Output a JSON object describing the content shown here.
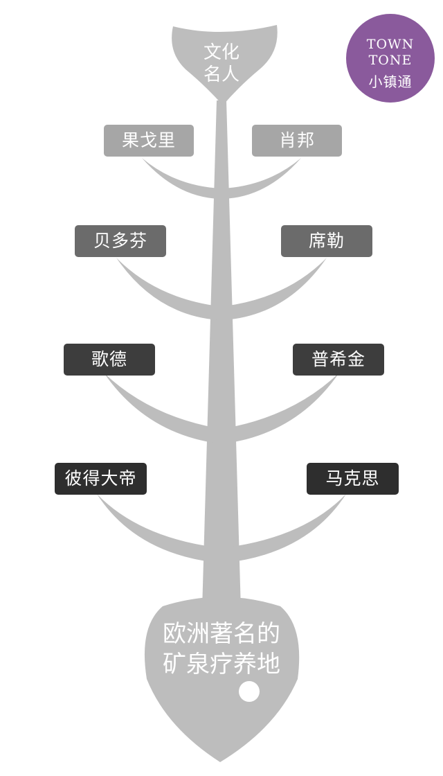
{
  "head": {
    "line1": "文化",
    "line2": "名人"
  },
  "tail": {
    "line1": "欧洲著名的",
    "line2": "矿泉疗养地"
  },
  "logo": {
    "line1": "TOWN",
    "line2": "TONE",
    "line3": "小镇通",
    "color": "#8a5a9c"
  },
  "bones": [
    {
      "left": "果戈里",
      "right": "肖邦"
    },
    {
      "left": "贝多芬",
      "right": "席勒"
    },
    {
      "left": "歌德",
      "right": "普希金"
    },
    {
      "left": "彼得大帝",
      "right": "马克思"
    }
  ],
  "colors": {
    "fish": "#bdbdbd",
    "level1": "#a6a6a6",
    "level2": "#6b6b6b",
    "level3": "#3d3d3d",
    "level4": "#2e2e2e"
  }
}
